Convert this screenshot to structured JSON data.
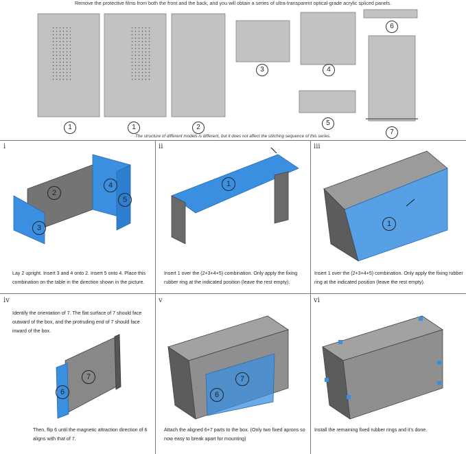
{
  "header": {
    "caption": "Remove the protective films from both the front and the back, and you will obtain a series of ultra-transparent optical-grade acrylic spliced panels.",
    "note": "The structure of different models is different, but it does not affect the stitching sequence of this series."
  },
  "panels": {
    "p1a": "1",
    "p1b": "1",
    "p2": "2",
    "p3": "3",
    "p4": "4",
    "p5": "5",
    "p6": "6",
    "p7": "7"
  },
  "steps": [
    {
      "label": "i",
      "text": "Lay 2 upright. Insert 3 and 4 onto 2. Insert 5 onto 4. Place this combination on the table in the direction shown in the picture.",
      "badges": {
        "a": "2",
        "b": "4",
        "c": "5",
        "d": "3"
      }
    },
    {
      "label": "ii",
      "text": "Insert 1 over the (2+3+4+5) combination. Only apply the fixing rubber ring at the indicated position (leave the rest empty).",
      "badges": {
        "a": "1"
      }
    },
    {
      "label": "iii",
      "text": "Insert 1 over the (2+3+4+5) combination. Only apply the fixing rubber ring at the indicated position (leave the rest empty).",
      "badges": {
        "a": "1"
      }
    },
    {
      "label": "iv",
      "text_top": "Identify the orientation of 7. The flat surface of 7 should face outward of the box, and the protruding end of 7 should face inward of the box.",
      "text": "Then, flip 6 until the magnetic attraction direction of 6 aligns with that of 7.",
      "badges": {
        "a": "7",
        "b": "6"
      }
    },
    {
      "label": "v",
      "text": "Attach the aligned 6+7 parts to the box. (Only two fixed aprons so now easy to break apart for mounting)",
      "badges": {
        "a": "7",
        "b": "6"
      }
    },
    {
      "label": "vi",
      "text": "Install the remaining fixed rubber rings and it's done."
    }
  ],
  "colors": {
    "panel_gray": "#b8b8b8",
    "panel_edge": "#6e6e6e",
    "blue": "#3a8fe0",
    "dark": "#5c5c5c"
  }
}
